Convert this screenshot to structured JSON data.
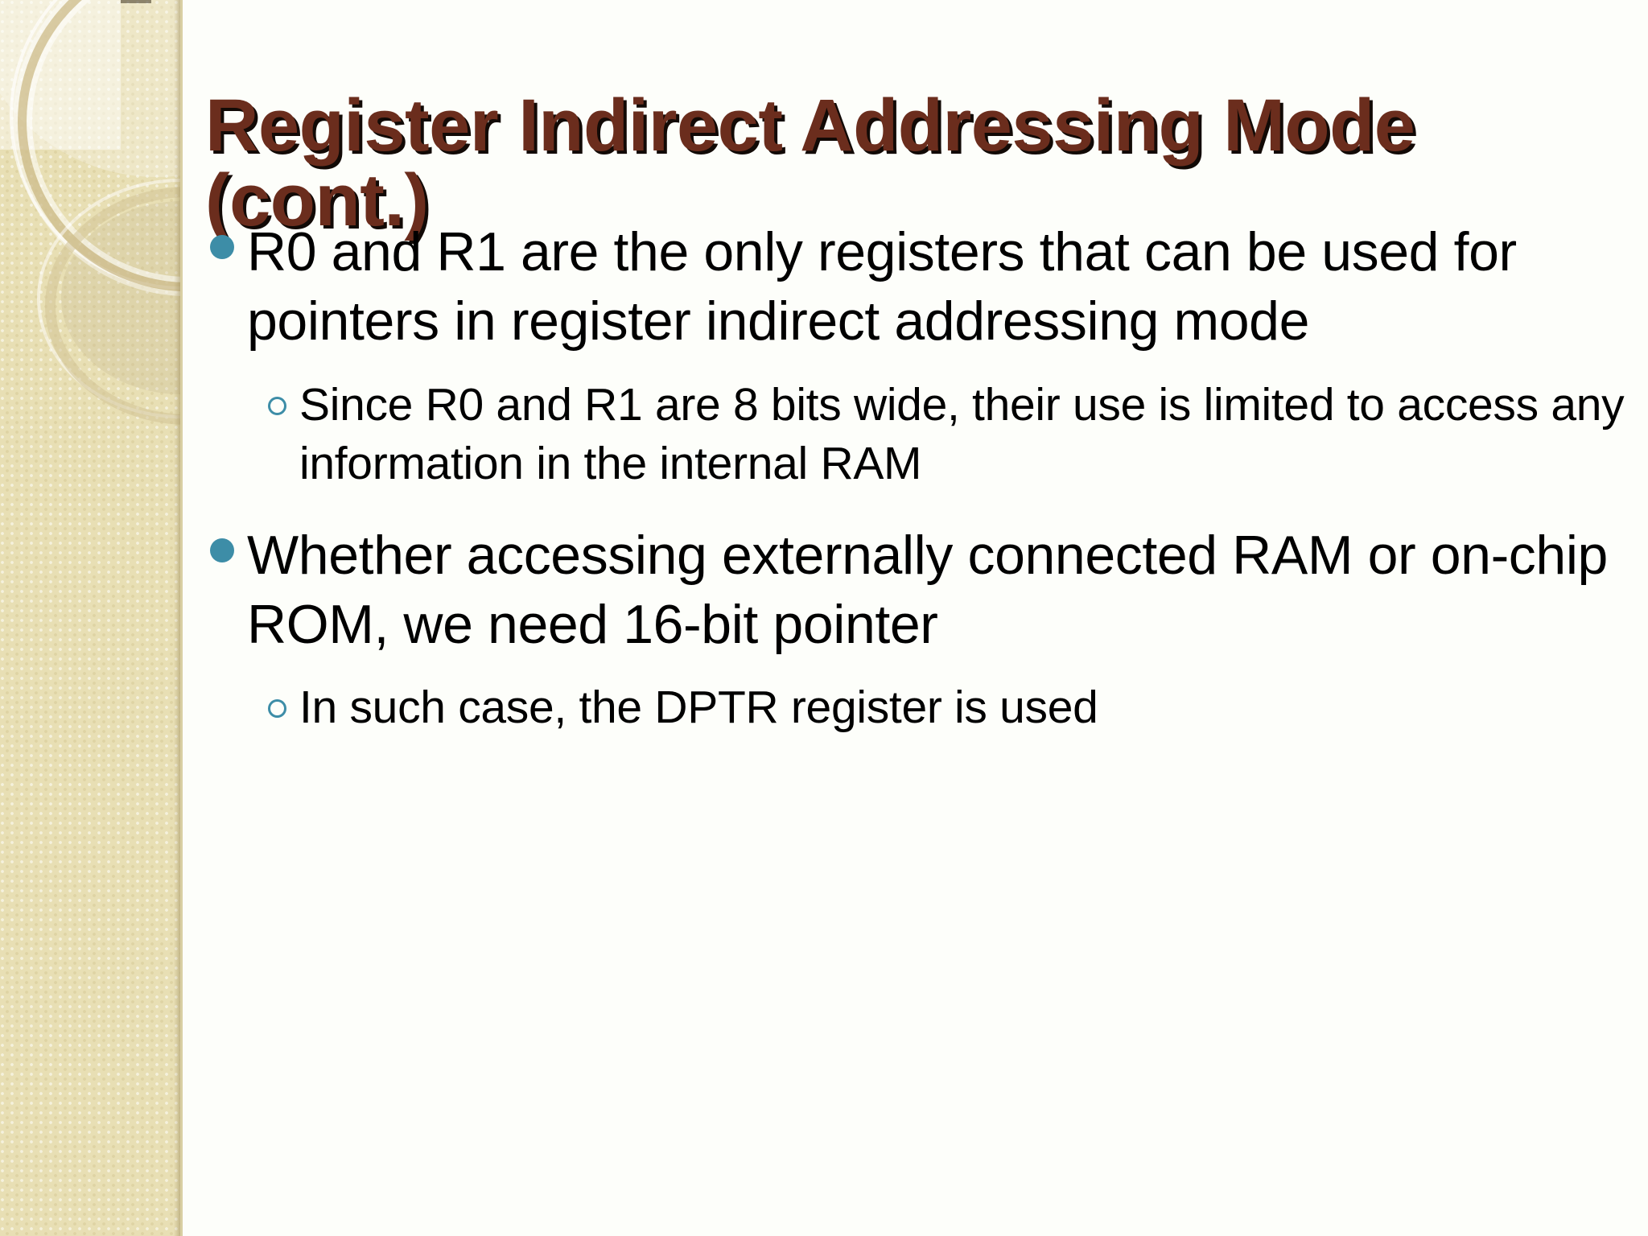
{
  "slide": {
    "title": "Register Indirect Addressing Mode (cont.)",
    "title_color": "#6b2d1d",
    "background_color": "#fdfefa",
    "accent_color": "#3d8da7",
    "sidebar_color": "#e8dfb4",
    "body_text_color": "#000000"
  },
  "content": {
    "bullets": [
      {
        "level": 1,
        "text": "R0 and R1 are the only registers that can be used for pointers in register indirect addressing mode"
      },
      {
        "level": 2,
        "text": "Since R0 and R1 are 8 bits wide, their use is limited to access any information in the internal RAM"
      },
      {
        "level": 1,
        "text": "Whether accessing externally connected RAM or on-chip ROM, we need 16-bit pointer"
      },
      {
        "level": 2,
        "text": "In such case, the DPTR register is used"
      }
    ]
  },
  "icons": {
    "bullet_filled": "filled-circle-bullet-icon",
    "bullet_hollow": "hollow-circle-bullet-icon"
  }
}
